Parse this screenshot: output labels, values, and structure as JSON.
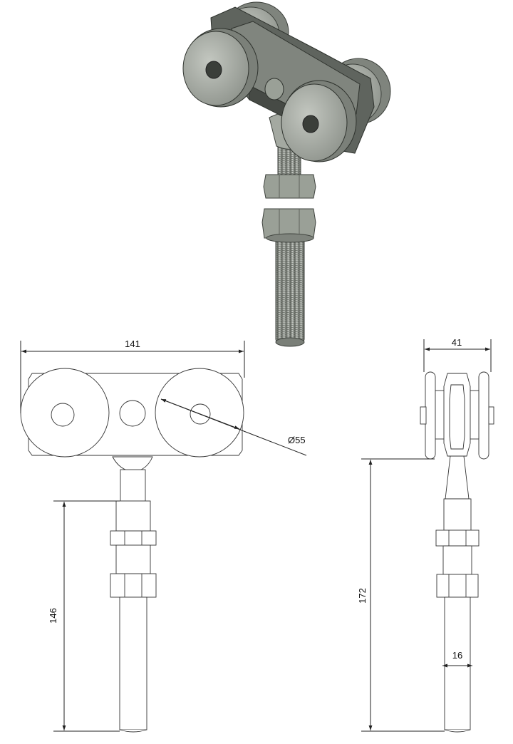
{
  "drawing": {
    "title": "",
    "dimensions": {
      "overall_width": "141",
      "wheel_diameter": "Ø55",
      "stem_length": "146",
      "side_width": "41",
      "total_height": "172",
      "thread_diameter": "16"
    },
    "colors": {
      "line": "#222222",
      "steel_light": "#c9cdc7",
      "steel_mid": "#8f948d",
      "steel_dark": "#4e534d"
    },
    "views": [
      "isometric-3d-view",
      "front-view",
      "side-view"
    ]
  }
}
